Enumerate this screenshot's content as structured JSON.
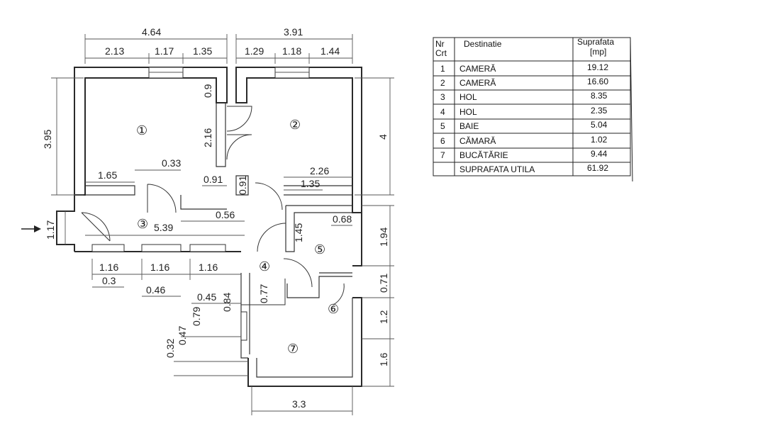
{
  "table": {
    "headers": {
      "nr": "Nr\nCrt",
      "nr_line1": "Nr",
      "nr_line2": "Crt",
      "dest": "Destinatie",
      "area_line1": "Suprafata",
      "area_line2": "[mp]"
    },
    "rows": [
      {
        "nr": "1",
        "name": "CAMERĂ",
        "area": "19.12"
      },
      {
        "nr": "2",
        "name": "CAMERĂ",
        "area": "16.60"
      },
      {
        "nr": "3",
        "name": "HOL",
        "area": "8.35"
      },
      {
        "nr": "4",
        "name": "HOL",
        "area": "2.35"
      },
      {
        "nr": "5",
        "name": "BAIE",
        "area": "5.04"
      },
      {
        "nr": "6",
        "name": "CĂMARĂ",
        "area": "1.02"
      },
      {
        "nr": "7",
        "name": "BUCĂTĂRIE",
        "area": "9.44"
      },
      {
        "nr": "",
        "name": "SUPRAFATA UTILA",
        "area": "61.92"
      }
    ]
  },
  "plan": {
    "room_labels": [
      "①",
      "②",
      "③",
      "④",
      "⑤",
      "⑥",
      "⑦"
    ],
    "dimensions": {
      "top_left_total": "4.64",
      "top_right_total": "3.91",
      "top_l1": "2.13",
      "top_l2": "1.17",
      "top_l3": "1.35",
      "top_r1": "1.29",
      "top_r2": "1.18",
      "top_r3": "1.44",
      "left_h": "3.95",
      "right_h": "4",
      "r1_bottom_a": "1.65",
      "r1_bottom_b": "0.33",
      "r2_door_h": "0.9",
      "r2_door_w": "2.16",
      "hall_091a": "0.91",
      "hall_091b": "0.91",
      "r2_bottom_a": "2.26",
      "r2_bottom_b": "1.35",
      "entrance": "1.17",
      "hall_len": "5.39",
      "hall_056": "0.56",
      "bath_145": "1.45",
      "bath_068": "0.68",
      "bath_194": "1.94",
      "bot_116a": "1.16",
      "bot_116b": "1.16",
      "bot_116c": "1.16",
      "bot_03": "0.3",
      "bot_046": "0.46",
      "k_045": "0.45",
      "k_084": "0.84",
      "k_077": "0.77",
      "k_079": "0.79",
      "k_032": "0.32",
      "k_047": "0.47",
      "r_071": "0.71",
      "r_12": "1.2",
      "r_16": "1.6",
      "bottom_33": "3.3"
    }
  }
}
